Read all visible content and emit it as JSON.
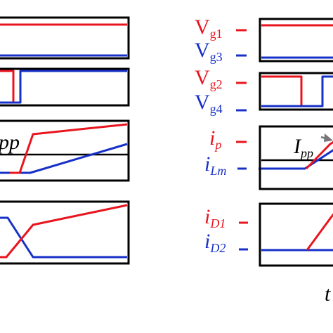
{
  "colors": {
    "red": "#e8151f",
    "blue": "#1730c8",
    "black": "#000000",
    "gray": "#777777"
  },
  "right": {
    "labels": {
      "vg1": {
        "main": "V",
        "sub": "g1"
      },
      "vg3": {
        "main": "V",
        "sub": "g3"
      },
      "vg2": {
        "main": "V",
        "sub": "g2"
      },
      "vg4": {
        "main": "V",
        "sub": "g4"
      },
      "ip": {
        "main": "i",
        "sub": "p"
      },
      "ilm": {
        "main": "i",
        "sub": "Lm"
      },
      "id1": {
        "main": "i",
        "sub": "D1"
      },
      "id2": {
        "main": "i",
        "sub": "D2"
      },
      "ipp": {
        "main": "I",
        "sub": "pp"
      }
    },
    "time_label": "t"
  },
  "left": {
    "ipp_fragment": "pp"
  }
}
